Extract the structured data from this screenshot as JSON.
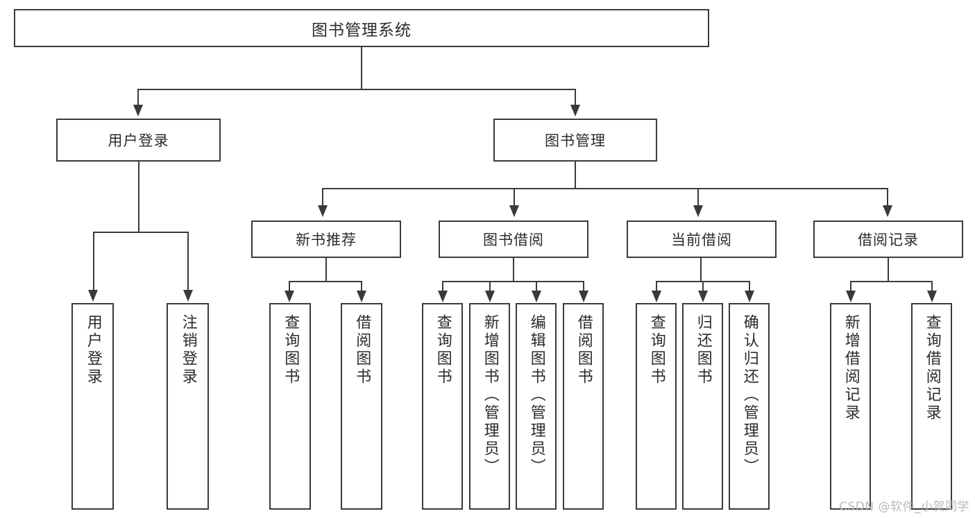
{
  "diagram": {
    "title": "图书管理系统",
    "type": "tree",
    "watermark": "CSDN @软件_小贺同学"
  },
  "root": {
    "label": "图书管理系统"
  },
  "level2": [
    {
      "label": "用户登录"
    },
    {
      "label": "图书管理"
    }
  ],
  "level3": [
    {
      "label": "新书推荐"
    },
    {
      "label": "图书借阅"
    },
    {
      "label": "当前借阅"
    },
    {
      "label": "借阅记录"
    }
  ],
  "leaves": {
    "user_login": [
      {
        "label": "用户登录"
      },
      {
        "label": "注销登录"
      }
    ],
    "new_book": [
      {
        "label": "查询图书"
      },
      {
        "label": "借阅图书"
      }
    ],
    "book_borrow": [
      {
        "label": "查询图书"
      },
      {
        "label": "新增图书（管理员）"
      },
      {
        "label": "编辑图书（管理员）"
      },
      {
        "label": "借阅图书"
      }
    ],
    "current_borrow": [
      {
        "label": "查询图书"
      },
      {
        "label": "归还图书"
      },
      {
        "label": "确认归还（管理员）"
      }
    ],
    "borrow_record": [
      {
        "label": "新增借阅记录"
      },
      {
        "label": "查询借阅记录"
      }
    ]
  },
  "colors": {
    "stroke": "#3a3a3a",
    "fill": "#ffffff",
    "text": "#2b2b2b",
    "watermark": "#b9b9b9"
  }
}
